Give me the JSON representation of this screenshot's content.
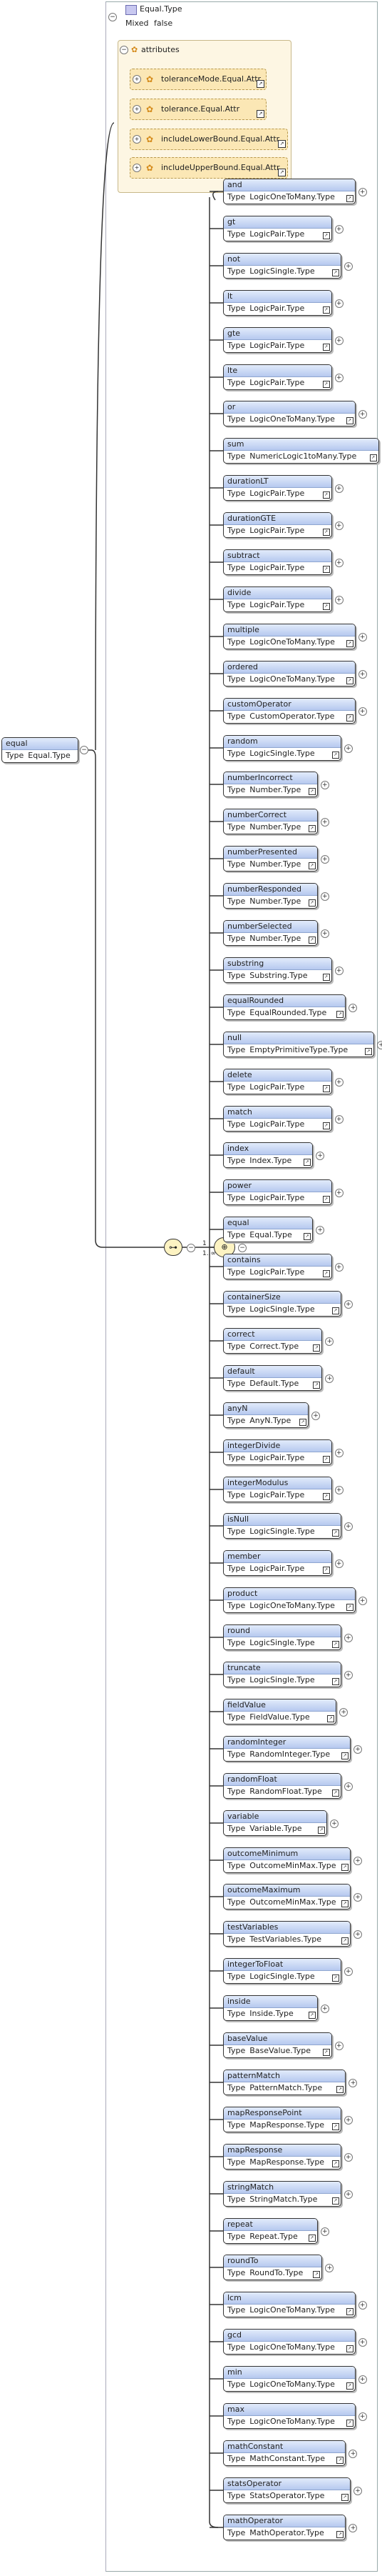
{
  "type_header": {
    "title": "Equal.Type",
    "mixed_label": "Mixed",
    "mixed_value": "false"
  },
  "attributes": {
    "heading": "attributes",
    "items": [
      "toleranceMode.Equal.Attr",
      "tolerance.Equal.Attr",
      "includeLowerBound.Equal.Attr",
      "includeUpperBound.Equal.Attr"
    ]
  },
  "root": {
    "name": "equal",
    "type_label": "Type",
    "type": "Equal.Type"
  },
  "choice_label": "1..∞",
  "type_prefix": "Type",
  "elements": [
    {
      "name": "and",
      "type": "LogicOneToMany.Type"
    },
    {
      "name": "gt",
      "type": "LogicPair.Type"
    },
    {
      "name": "not",
      "type": "LogicSingle.Type"
    },
    {
      "name": "lt",
      "type": "LogicPair.Type"
    },
    {
      "name": "gte",
      "type": "LogicPair.Type"
    },
    {
      "name": "lte",
      "type": "LogicPair.Type"
    },
    {
      "name": "or",
      "type": "LogicOneToMany.Type"
    },
    {
      "name": "sum",
      "type": "NumericLogic1toMany.Type"
    },
    {
      "name": "durationLT",
      "type": "LogicPair.Type"
    },
    {
      "name": "durationGTE",
      "type": "LogicPair.Type"
    },
    {
      "name": "subtract",
      "type": "LogicPair.Type"
    },
    {
      "name": "divide",
      "type": "LogicPair.Type"
    },
    {
      "name": "multiple",
      "type": "LogicOneToMany.Type"
    },
    {
      "name": "ordered",
      "type": "LogicOneToMany.Type"
    },
    {
      "name": "customOperator",
      "type": "CustomOperator.Type"
    },
    {
      "name": "random",
      "type": "LogicSingle.Type"
    },
    {
      "name": "numberIncorrect",
      "type": "Number.Type"
    },
    {
      "name": "numberCorrect",
      "type": "Number.Type"
    },
    {
      "name": "numberPresented",
      "type": "Number.Type"
    },
    {
      "name": "numberResponded",
      "type": "Number.Type"
    },
    {
      "name": "numberSelected",
      "type": "Number.Type"
    },
    {
      "name": "substring",
      "type": "Substring.Type"
    },
    {
      "name": "equalRounded",
      "type": "EqualRounded.Type"
    },
    {
      "name": "null",
      "type": "EmptyPrimitiveType.Type"
    },
    {
      "name": "delete",
      "type": "LogicPair.Type"
    },
    {
      "name": "match",
      "type": "LogicPair.Type"
    },
    {
      "name": "index",
      "type": "Index.Type"
    },
    {
      "name": "power",
      "type": "LogicPair.Type"
    },
    {
      "name": "equal",
      "type": "Equal.Type"
    },
    {
      "name": "contains",
      "type": "LogicPair.Type"
    },
    {
      "name": "containerSize",
      "type": "LogicSingle.Type"
    },
    {
      "name": "correct",
      "type": "Correct.Type"
    },
    {
      "name": "default",
      "type": "Default.Type"
    },
    {
      "name": "anyN",
      "type": "AnyN.Type"
    },
    {
      "name": "integerDivide",
      "type": "LogicPair.Type"
    },
    {
      "name": "integerModulus",
      "type": "LogicPair.Type"
    },
    {
      "name": "isNull",
      "type": "LogicSingle.Type"
    },
    {
      "name": "member",
      "type": "LogicPair.Type"
    },
    {
      "name": "product",
      "type": "LogicOneToMany.Type"
    },
    {
      "name": "round",
      "type": "LogicSingle.Type"
    },
    {
      "name": "truncate",
      "type": "LogicSingle.Type"
    },
    {
      "name": "fieldValue",
      "type": "FieldValue.Type"
    },
    {
      "name": "randomInteger",
      "type": "RandomInteger.Type"
    },
    {
      "name": "randomFloat",
      "type": "RandomFloat.Type"
    },
    {
      "name": "variable",
      "type": "Variable.Type"
    },
    {
      "name": "outcomeMinimum",
      "type": "OutcomeMinMax.Type"
    },
    {
      "name": "outcomeMaximum",
      "type": "OutcomeMinMax.Type"
    },
    {
      "name": "testVariables",
      "type": "TestVariables.Type"
    },
    {
      "name": "integerToFloat",
      "type": "LogicSingle.Type"
    },
    {
      "name": "inside",
      "type": "Inside.Type"
    },
    {
      "name": "baseValue",
      "type": "BaseValue.Type"
    },
    {
      "name": "patternMatch",
      "type": "PatternMatch.Type"
    },
    {
      "name": "mapResponsePoint",
      "type": "MapResponse.Type"
    },
    {
      "name": "mapResponse",
      "type": "MapResponse.Type"
    },
    {
      "name": "stringMatch",
      "type": "StringMatch.Type"
    },
    {
      "name": "repeat",
      "type": "Repeat.Type"
    },
    {
      "name": "roundTo",
      "type": "RoundTo.Type"
    },
    {
      "name": "lcm",
      "type": "LogicOneToMany.Type"
    },
    {
      "name": "gcd",
      "type": "LogicOneToMany.Type"
    },
    {
      "name": "min",
      "type": "LogicOneToMany.Type"
    },
    {
      "name": "max",
      "type": "LogicOneToMany.Type"
    },
    {
      "name": "mathConstant",
      "type": "MathConstant.Type"
    },
    {
      "name": "statsOperator",
      "type": "StatsOperator.Type"
    },
    {
      "name": "mathOperator",
      "type": "MathOperator.Type"
    }
  ]
}
